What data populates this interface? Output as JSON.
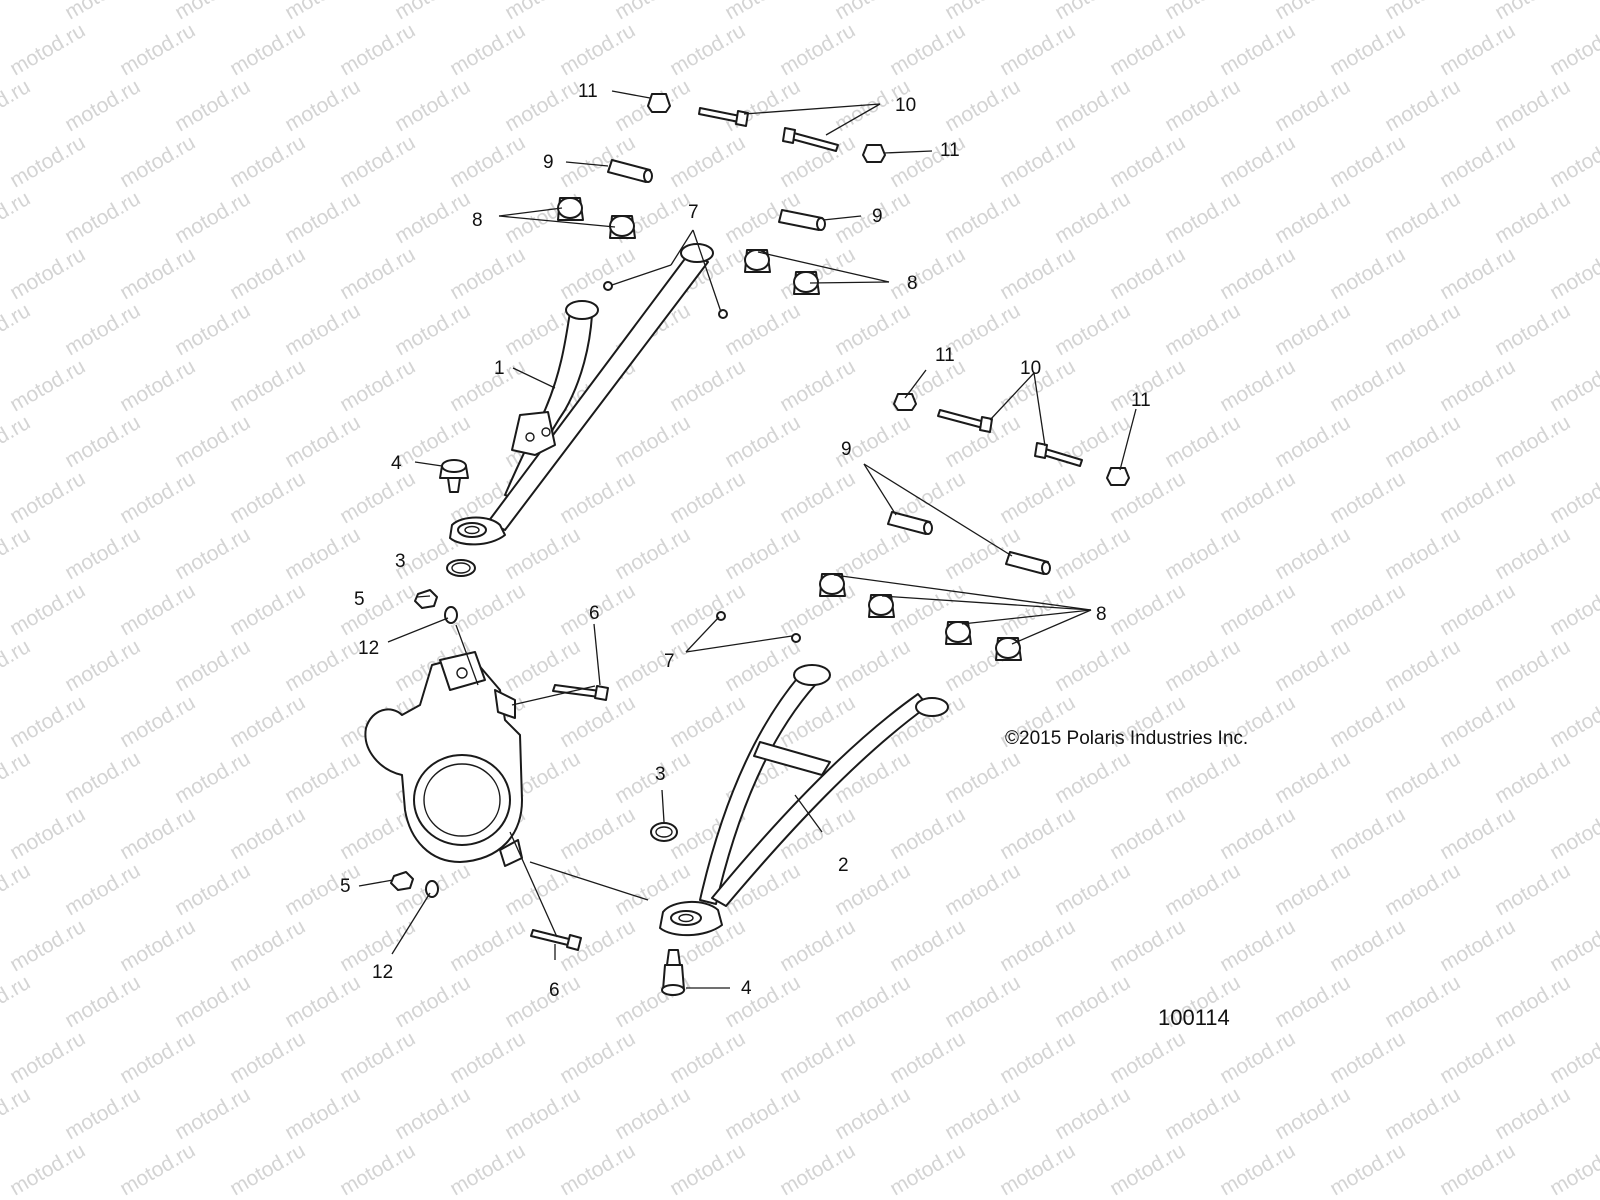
{
  "diagram": {
    "watermark": "motod.ru",
    "copyright": "©2015 Polaris Industries Inc.",
    "figure_number": "100114",
    "callouts": {
      "c1": "1",
      "c2": "2",
      "c3a": "3",
      "c3b": "3",
      "c4a": "4",
      "c4b": "4",
      "c5a": "5",
      "c5b": "5",
      "c6a": "6",
      "c6b": "6",
      "c7a": "7",
      "c7b": "7",
      "c8a": "8",
      "c8b": "8",
      "c8c": "8",
      "c9a": "9",
      "c9b": "9",
      "c9c": "9",
      "c10a": "10",
      "c10b": "10",
      "c11a": "11",
      "c11b": "11",
      "c11c": "11",
      "c11d": "11",
      "c12a": "12",
      "c12b": "12"
    }
  }
}
